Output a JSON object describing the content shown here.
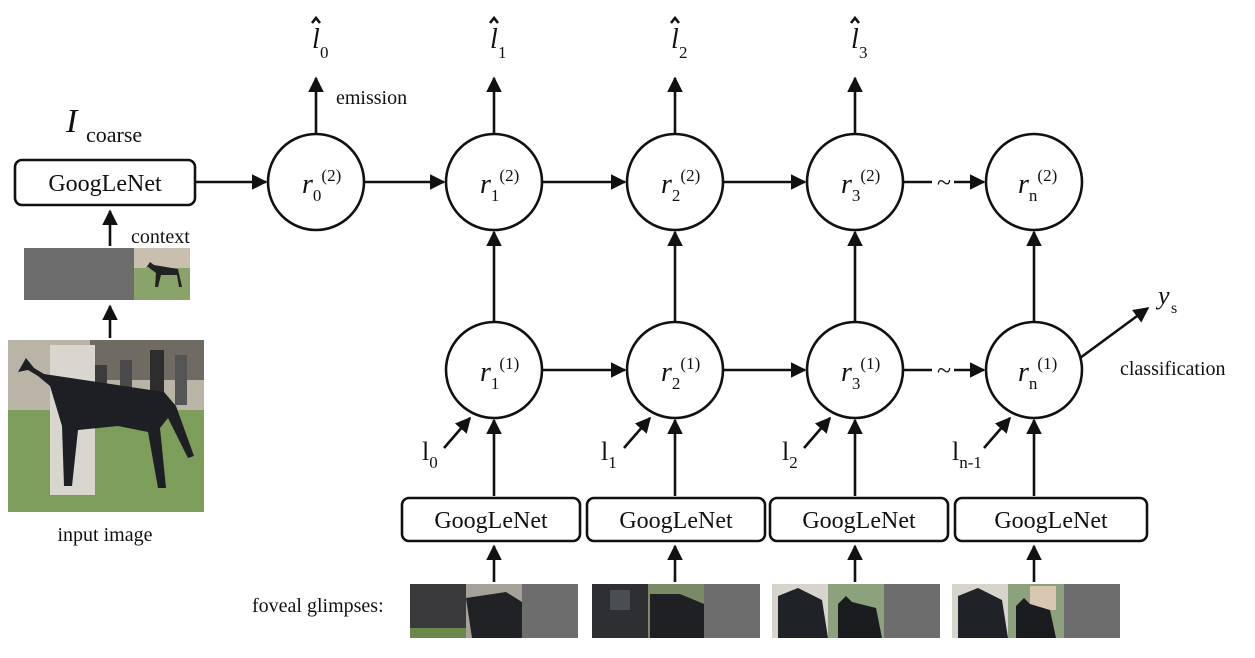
{
  "diagram": {
    "title_I": "I",
    "title_sub": "coarse",
    "coarse_net": "GoogLeNet",
    "context_label": "context",
    "input_label": "input image",
    "emission_label": "emission",
    "classification_label": "classification",
    "output_y": "y",
    "output_y_sub": "s",
    "glimpse_label": "foveal glimpses:",
    "glimpse_net": "GoogLeNet",
    "top_outputs": [
      {
        "main": "l",
        "sub": "0"
      },
      {
        "main": "l",
        "sub": "1"
      },
      {
        "main": "l",
        "sub": "2"
      },
      {
        "main": "l",
        "sub": "3"
      }
    ],
    "top_nodes": [
      {
        "main": "r",
        "sub": "0",
        "sup": "(2)"
      },
      {
        "main": "r",
        "sub": "1",
        "sup": "(2)"
      },
      {
        "main": "r",
        "sub": "2",
        "sup": "(2)"
      },
      {
        "main": "r",
        "sub": "3",
        "sup": "(2)"
      },
      {
        "main": "r",
        "sub": "n",
        "sup": "(2)"
      }
    ],
    "bottom_nodes": [
      {
        "main": "r",
        "sub": "1",
        "sup": "(1)"
      },
      {
        "main": "r",
        "sub": "2",
        "sup": "(1)"
      },
      {
        "main": "r",
        "sub": "3",
        "sup": "(1)"
      },
      {
        "main": "r",
        "sub": "n",
        "sup": "(1)"
      }
    ],
    "location_inputs": [
      {
        "main": "l",
        "sub": "0"
      },
      {
        "main": "l",
        "sub": "1"
      },
      {
        "main": "l",
        "sub": "2"
      },
      {
        "main": "l",
        "sub": "n-1"
      }
    ],
    "break_symbol": "~"
  }
}
